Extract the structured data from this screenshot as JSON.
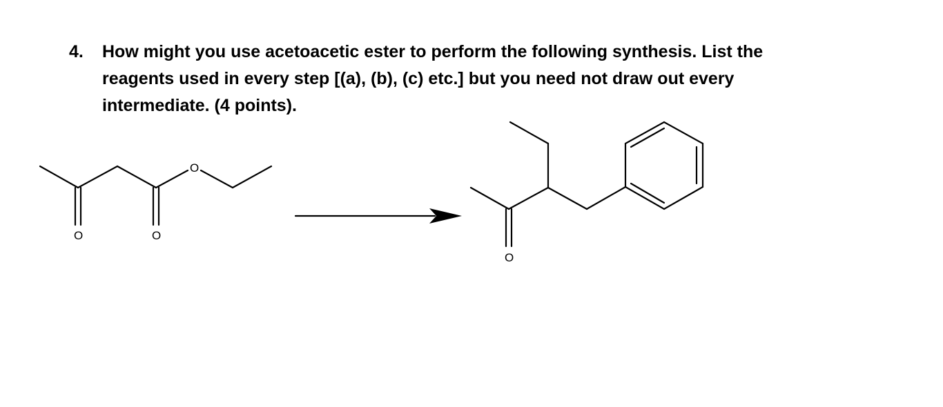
{
  "question": {
    "number": "4.",
    "text": "How might you use acetoacetic ester to perform the following synthesis. List the\nreagents used in every step [(a), (b), (c) etc.] but you need not draw out every\nintermediate.  (4 points)."
  },
  "reactant": {
    "atoms": {
      "ketone_o": "O",
      "ester_carbonyl_o": "O",
      "ester_o": "O"
    }
  },
  "product": {
    "atoms": {
      "ketone_o": "O"
    }
  }
}
